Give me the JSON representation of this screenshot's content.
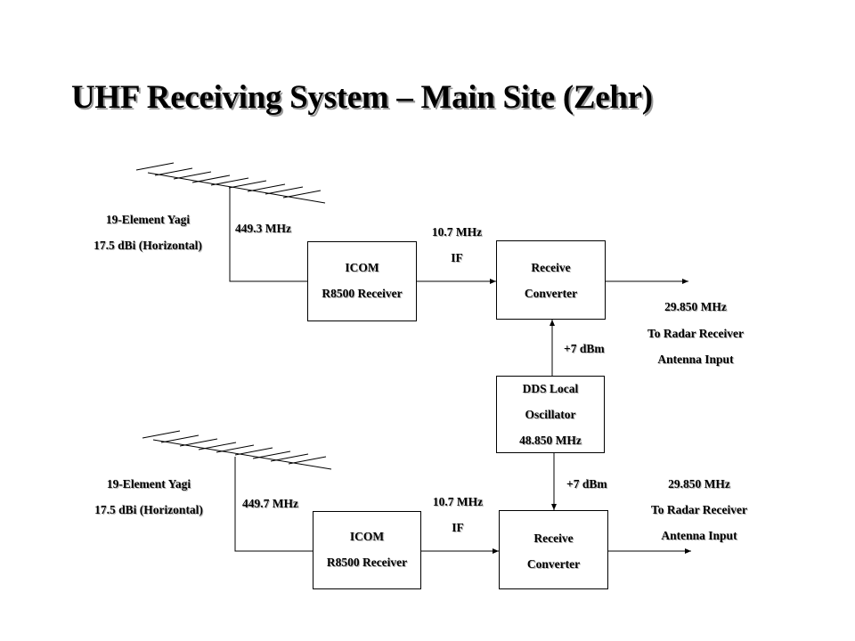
{
  "title": "UHF Receiving System – Main Site (Zehr)",
  "top_chain": {
    "antenna": {
      "line1": "19-Element Yagi",
      "line2": "17.5 dBi (Horizontal)"
    },
    "rf_freq": "449.3 MHz",
    "receiver": {
      "line1": "ICOM",
      "line2": "R8500 Receiver"
    },
    "if_freq": "10.7 MHz",
    "if_label": "IF",
    "converter": {
      "line1": "Receive",
      "line2": "Converter"
    },
    "lo_level": "+7 dBm",
    "output": {
      "line1": "29.850 MHz",
      "line2": "To Radar Receiver",
      "line3": "Antenna Input"
    }
  },
  "local_oscillator": {
    "line1": "DDS Local",
    "line2": "Oscillator",
    "line3": "48.850 MHz"
  },
  "bottom_chain": {
    "antenna": {
      "line1": "19-Element Yagi",
      "line2": "17.5 dBi (Horizontal)"
    },
    "rf_freq": "449.7 MHz",
    "receiver": {
      "line1": "ICOM",
      "line2": "R8500 Receiver"
    },
    "if_freq": "10.7 MHz",
    "if_label": "IF",
    "converter": {
      "line1": "Receive",
      "line2": "Converter"
    },
    "lo_level": "+7 dBm",
    "output": {
      "line1": "29.850 MHz",
      "line2": "To Radar Receiver",
      "line3": "Antenna Input"
    }
  }
}
